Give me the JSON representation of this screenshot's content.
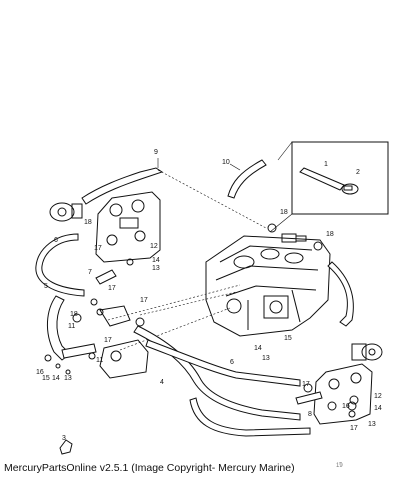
{
  "caption": "MercuryPartsOnline v2.5.1 (Image Copyright- Mercury Marine)",
  "figure_id": "1̃9",
  "callouts": [
    "1",
    "2",
    "3",
    "4",
    "5",
    "6",
    "6",
    "7",
    "8",
    "9",
    "10",
    "11",
    "11",
    "12",
    "12",
    "13",
    "13",
    "13",
    "13",
    "14",
    "14",
    "14",
    "14",
    "15",
    "15",
    "16",
    "16",
    "17",
    "17",
    "17",
    "17",
    "17",
    "17",
    "18",
    "18",
    "18",
    "18"
  ]
}
